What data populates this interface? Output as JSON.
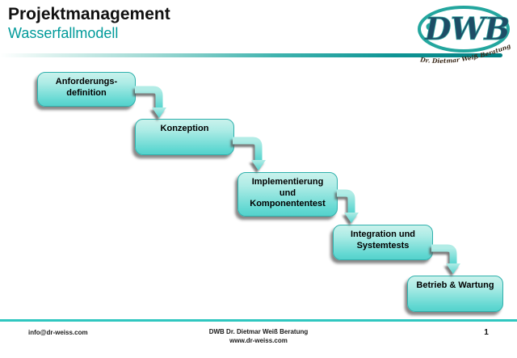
{
  "slide": {
    "title": "Projektmanagement",
    "subtitle": "Wasserfallmodell",
    "page_number": "1"
  },
  "logo": {
    "acronym": "DWB",
    "tagline": "Dr. Dietmar Weiß Beratung"
  },
  "diagram": {
    "boxes": [
      {
        "label": "Anforderungs-\ndefinition"
      },
      {
        "label": "Konzeption"
      },
      {
        "label": "Implementierung\nund\nKomponententest"
      },
      {
        "label": "Integration und\nSystemtests"
      },
      {
        "label": "Betrieb & Wartung"
      }
    ]
  },
  "footer": {
    "email": "info@dr-weiss.com",
    "company": "DWB Dr. Dietmar Weiß Beratung",
    "website": "www.dr-weiss.com"
  },
  "colors": {
    "accent_teal": "#009a9a",
    "box_fill_top": "#c9f2ec",
    "box_fill_bottom": "#55d2cc",
    "box_border": "#2fb0ac",
    "band_dark": "#007e81",
    "footer_line": "#2fc7c0",
    "logo_ring": "#23a69e",
    "logo_text": "#1e4d66"
  }
}
